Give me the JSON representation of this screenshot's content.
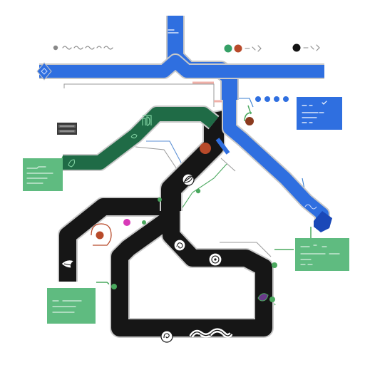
{
  "colors": {
    "background": "#ffffff",
    "blue_route": "#2f6fe0",
    "green_route": "#1f6b46",
    "black_route": "#161616",
    "card_green": "#5fbb80",
    "card_blue": "#2f6fe0",
    "node_red": "#b84a2a",
    "node_magenta": "#d83ab8",
    "connector_green": "#4aa85e",
    "connector_blue": "#3a7fd0"
  },
  "legend": [
    {
      "icon": "green-dot-icon",
      "color": "#35a066"
    },
    {
      "icon": "red-dot-icon",
      "color": "#b84a2a"
    },
    {
      "icon": "black-dot-icon",
      "color": "#141414"
    }
  ],
  "routes": [
    {
      "name": "blue-route",
      "color": "#2f6fe0"
    },
    {
      "name": "green-route",
      "color": "#1f6b46"
    },
    {
      "name": "black-route",
      "color": "#161616"
    }
  ],
  "cards": [
    {
      "name": "info-card-left",
      "color": "#5fbb80"
    },
    {
      "name": "info-card-top-right",
      "color": "#2f6fe0"
    },
    {
      "name": "info-card-bottom-right",
      "color": "#5fbb80"
    },
    {
      "name": "info-card-bottom-left",
      "color": "#5fbb80"
    }
  ],
  "icons": [
    "map-pin-icon",
    "leaf-icon",
    "swirl-icon",
    "spiral-icon",
    "wave-icon",
    "film-strip-icon",
    "flower-icon"
  ]
}
